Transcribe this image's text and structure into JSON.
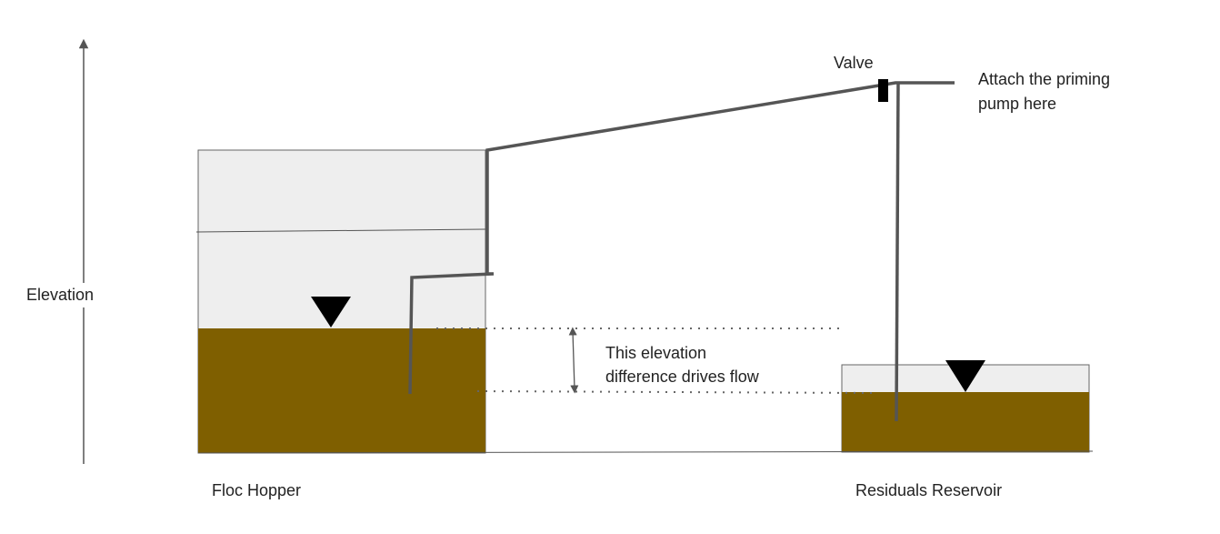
{
  "labels": {
    "elevation": "Elevation",
    "valve": "Valve",
    "priming_line1": "Attach the priming",
    "priming_line2": "pump here",
    "flow_line1": "This elevation",
    "flow_line2": "difference drives flow",
    "floc_hopper": "Floc Hopper",
    "residuals_reservoir": "Residuals Reservoir"
  },
  "colors": {
    "sludge": "#7f5f00",
    "tank_fill": "#eeeeee",
    "outline": "#555555",
    "pipe": "#555555",
    "marker": "#000000",
    "text": "#222222",
    "background": "#ffffff"
  },
  "icons": {
    "water_level_marker": "inverted-triangle-icon",
    "valve": "valve-icon",
    "elevation_axis": "up-arrow-icon",
    "difference_arrow": "double-headed-arrow-icon"
  }
}
